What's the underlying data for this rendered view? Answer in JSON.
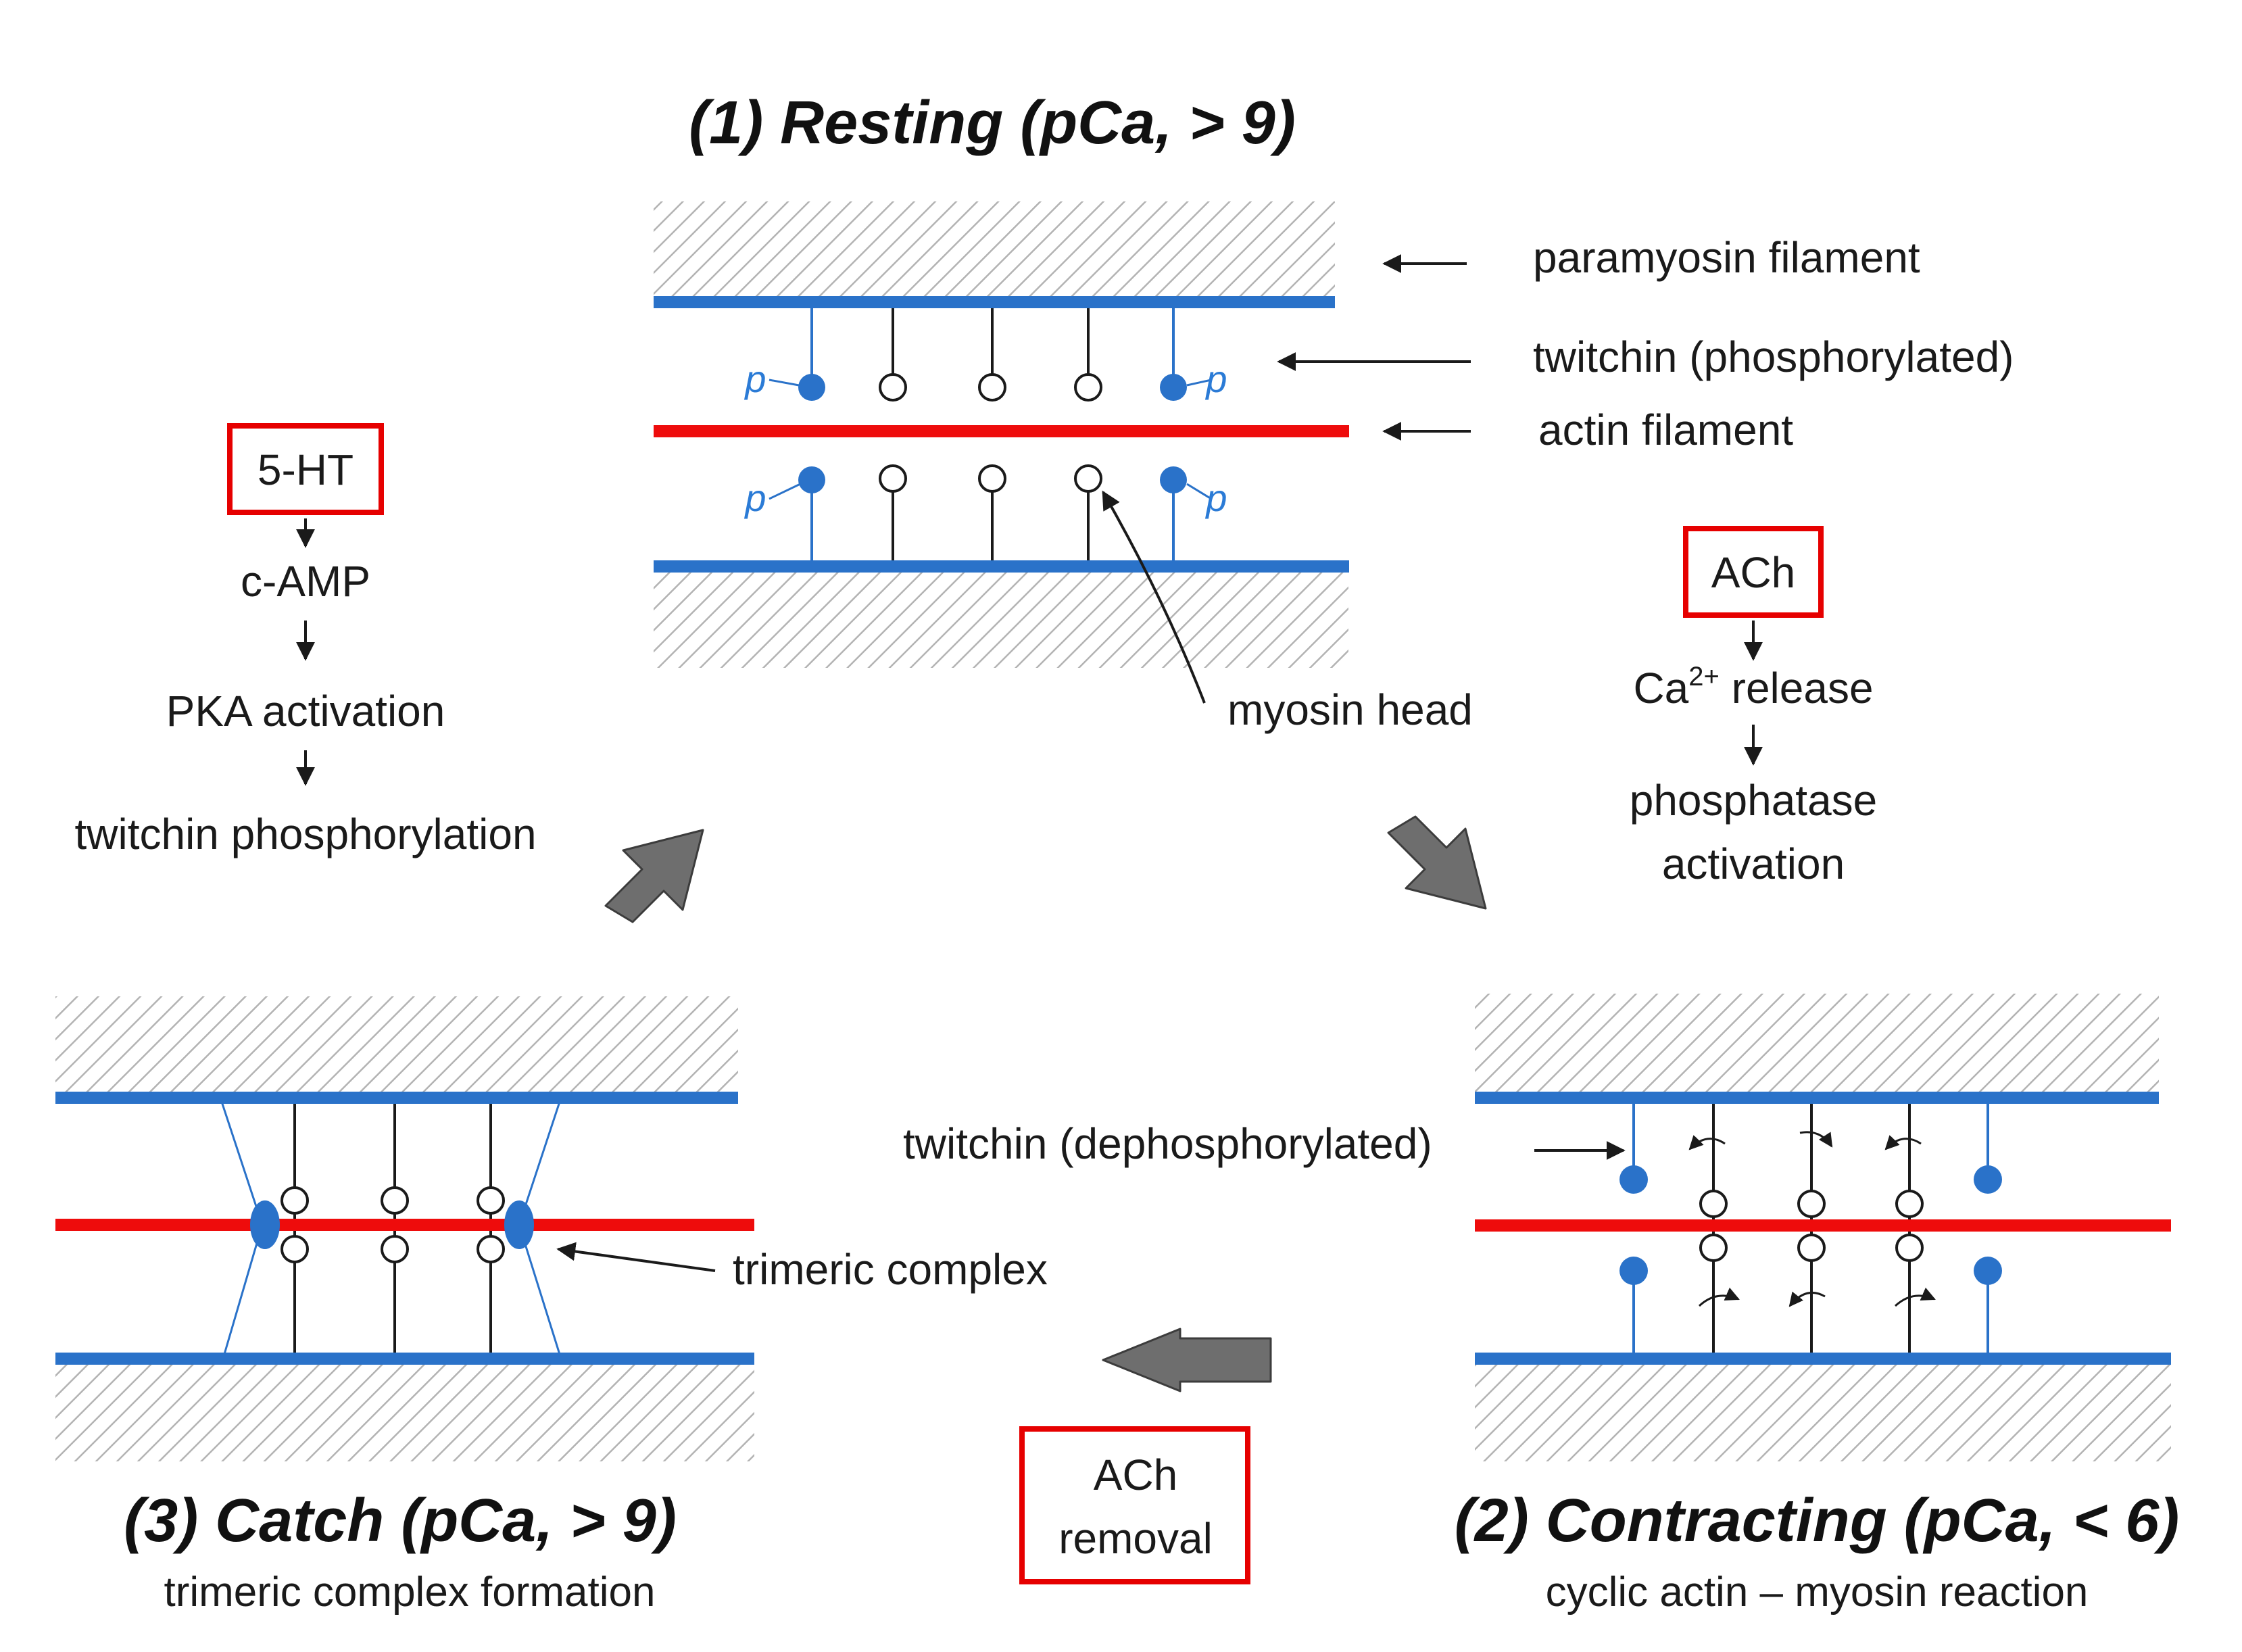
{
  "colors": {
    "paramyosin_filament": "#2a72c9",
    "actin_filament": "#ee0c0c",
    "phospho_label": "#2b7bd6",
    "stimulus_box_border": "#e60000",
    "cycle_arrow": "#6e6e6e",
    "hatch": "#b3b3b3"
  },
  "states": {
    "resting": {
      "title": "(1) Resting  (pCa, > 9)"
    },
    "contracting": {
      "title": "(2) Contracting  (pCa, < 6)",
      "subtitle": "cyclic actin – myosin reaction"
    },
    "catch": {
      "title": "(3) Catch  (pCa, > 9)",
      "subtitle": "trimeric complex formation"
    }
  },
  "labels": {
    "paramyosin_filament": "paramyosin filament",
    "twitchin_phosphorylated": "twitchin (phosphorylated)",
    "actin_filament": "actin filament",
    "myosin_head": "myosin head",
    "twitchin_dephosphorylated": "twitchin (dephosphorylated)",
    "trimeric_complex": "trimeric complex",
    "phosphate_marker": "p"
  },
  "pathway_5ht": {
    "stimulus": "5-HT",
    "steps": [
      "c-AMP",
      "PKA activation",
      "twitchin phosphorylation"
    ]
  },
  "pathway_ach": {
    "stimulus": "ACh",
    "ca_prefix": "Ca",
    "ca_superscript": "2+",
    "ca_suffix": " release",
    "phosphatase_line1": "phosphatase",
    "phosphatase_line2": "activation"
  },
  "ach_removal": {
    "line1": "ACh",
    "line2": "removal"
  }
}
